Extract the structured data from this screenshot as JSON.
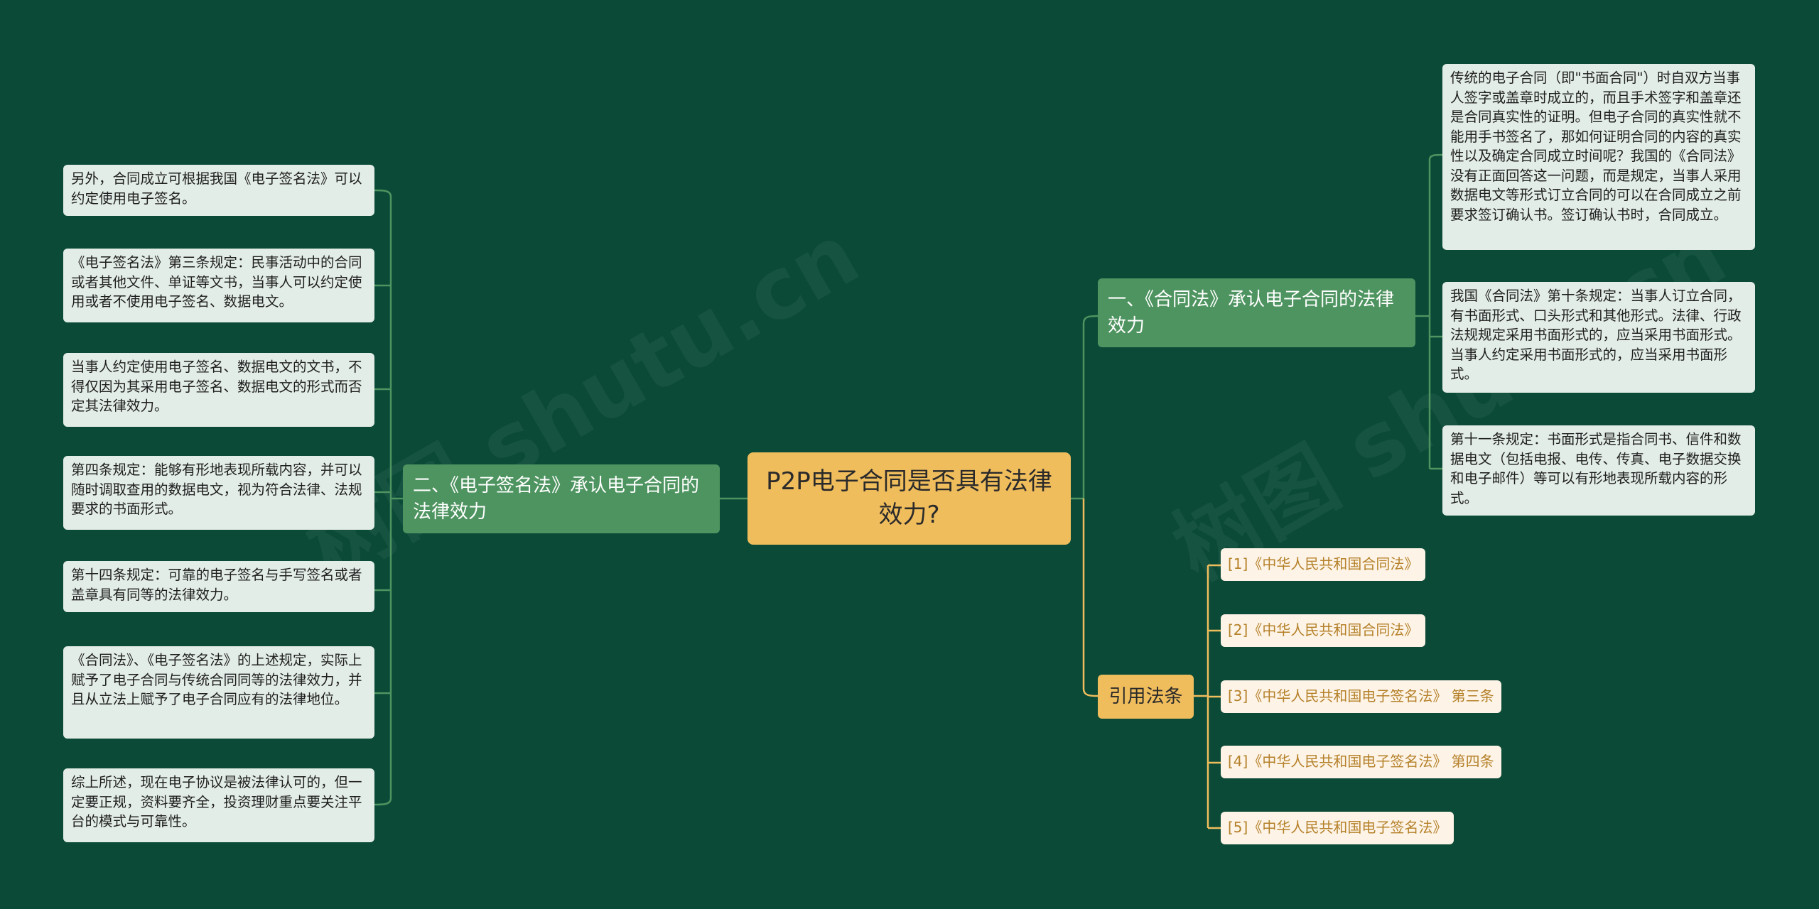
{
  "root": {
    "title": "P2P电子合同是否具有法律效力?"
  },
  "left_branch": {
    "title": "二、《电子签名法》承认电子合同的法律效力",
    "items": [
      "另外，合同成立可根据我国《电子签名法》可以约定使用电子签名。",
      "《电子签名法》第三条规定：民事活动中的合同或者其他文件、单证等文书，当事人可以约定使用或者不使用电子签名、数据电文。",
      "当事人约定使用电子签名、数据电文的文书，不得仅因为其采用电子签名、数据电文的形式而否定其法律效力。",
      "第四条规定：能够有形地表现所载内容，并可以随时调取查用的数据电文，视为符合法律、法规要求的书面形式。",
      "第十四条规定：可靠的电子签名与手写签名或者盖章具有同等的法律效力。",
      "《合同法》、《电子签名法》的上述规定，实际上赋予了电子合同与传统合同同等的法律效力，并且从立法上赋予了电子合同应有的法律地位。",
      "综上所述，现在电子协议是被法律认可的，但一定要正规，资料要齐全，投资理财重点要关注平台的模式与可靠性。"
    ]
  },
  "right_branch": {
    "title": "一、《合同法》承认电子合同的法律效力",
    "items": [
      "传统的电子合同（即\"书面合同\"）时自双方当事人签字或盖章时成立的，而且手术签字和盖章还是合同真实性的证明。但电子合同的真实性就不能用手书签名了，那如何证明合同的内容的真实性以及确定合同成立时间呢？我国的《合同法》没有正面回答这一问题，而是规定，当事人采用数据电文等形式订立合同的可以在合同成立之前要求签订确认书。签订确认书时，合同成立。",
      "我国《合同法》第十条规定：当事人订立合同，有书面形式、口头形式和其他形式。法律、行政法规规定采用书面形式的，应当采用书面形式。当事人约定采用书面形式的，应当采用书面形式。",
      "第十一条规定：书面形式是指合同书、信件和数据电文（包括电报、电传、传真、电子数据交换和电子邮件）等可以有形地表现所载内容的形式。"
    ]
  },
  "references": {
    "title": "引用法条",
    "items": [
      "[1]《中华人民共和国合同法》",
      "[2]《中华人民共和国合同法》",
      "[3]《中华人民共和国电子签名法》 第三条",
      "[4]《中华人民共和国电子签名法》 第四条",
      "[5]《中华人民共和国电子签名法》"
    ]
  },
  "watermark": "树图 shutu.cn",
  "colors": {
    "background": "#0a4a37",
    "root": "#f0bd5d",
    "branch": "#4e9460",
    "leaf": "#e3ede7",
    "reference": "#fdf3e6",
    "reference_text": "#b5812a",
    "link_green": "#4e9460",
    "link_orange": "#f0bd5d"
  }
}
